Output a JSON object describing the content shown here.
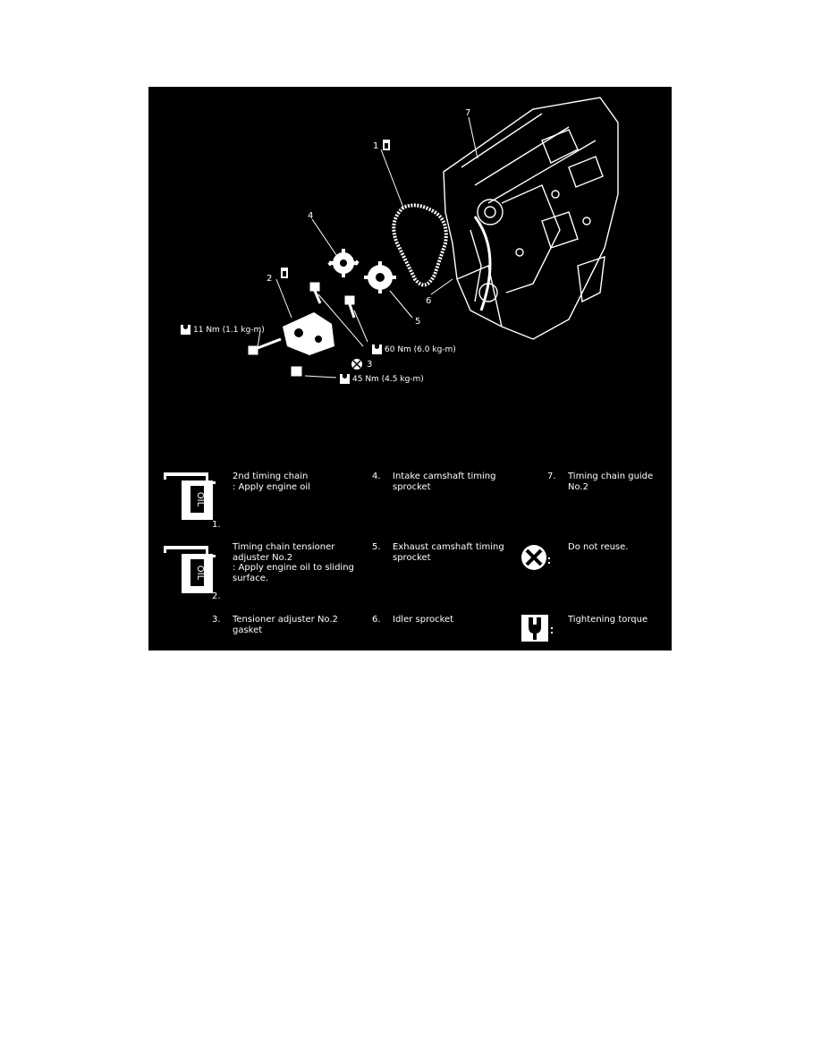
{
  "diagram": {
    "callouts": [
      "1",
      "2",
      "3",
      "4",
      "5",
      "6",
      "7"
    ],
    "torque": {
      "t11": "11 Nm (1.1 kg-m)",
      "t60": "60 Nm (6.0 kg-m)",
      "t45": "45 Nm (4.5 kg-m)"
    }
  },
  "legend": {
    "item1": {
      "num": "1.",
      "text": "2nd timing chain\n: Apply engine oil"
    },
    "item2": {
      "num": "2.",
      "text": "Timing chain tensioner\nadjuster No.2\n: Apply engine oil to sliding\nsurface."
    },
    "item3": {
      "num": "3.",
      "text": "Tensioner adjuster No.2\ngasket"
    },
    "item4": {
      "num": "4.",
      "text": "Intake camshaft timing\nsprocket"
    },
    "item5": {
      "num": "5.",
      "text": "Exhaust camshaft timing\nsprocket"
    },
    "item6": {
      "num": "6.",
      "text": "Idler sprocket"
    },
    "item7": {
      "num": "7.",
      "text": "Timing chain guide\nNo.2"
    },
    "noreuse": {
      "text": "Do not reuse."
    },
    "torque": {
      "text": "Tightening torque"
    },
    "oil_icon_text": "OIL"
  }
}
